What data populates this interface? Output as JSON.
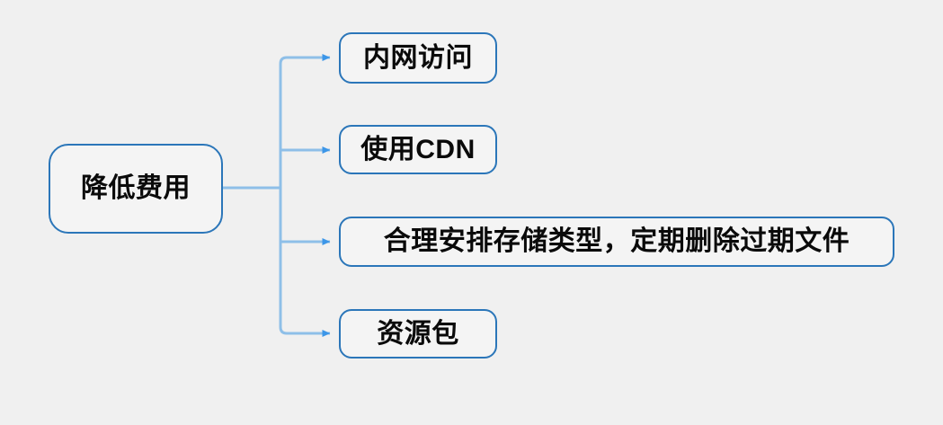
{
  "diagram": {
    "type": "mind-map",
    "orientation": "left-to-right",
    "background_color": "#f0f0f0",
    "node_fill_color": "#f4f4f4",
    "node_border_color": "#2b76b9",
    "connector_color": "#8ebfe8",
    "arrow_color": "#3c96e8",
    "text_color": "#0a0a0a",
    "root": {
      "label": "降低费用"
    },
    "children": [
      {
        "label": "内网访问"
      },
      {
        "label": "使用CDN"
      },
      {
        "label": "合理安排存储类型，定期删除过期文件"
      },
      {
        "label": "资源包"
      }
    ]
  }
}
